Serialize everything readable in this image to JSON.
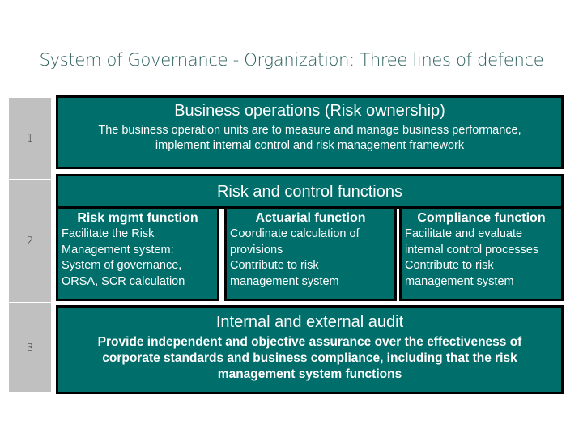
{
  "title": "System of Governance - Organization: Three lines of defence",
  "colors": {
    "box_fill": "#006e6a",
    "box_border": "#000000",
    "number_column": "#c0c0c0",
    "title_text": "#2b5f5c"
  },
  "lines": [
    {
      "number": "1",
      "heading": "Business operations (Risk ownership)",
      "description_lines": [
        "The business operation units are to measure and manage business performance,",
        "implement internal control and risk management framework"
      ]
    },
    {
      "number": "2",
      "heading": "Risk and control functions",
      "functions": [
        {
          "title": "Risk mgmt function",
          "lines": [
            "Facilitate the Risk",
            "Management system:",
            "System of governance,",
            "ORSA, SCR calculation"
          ]
        },
        {
          "title": "Actuarial function",
          "lines": [
            "Coordinate calculation of",
            "provisions",
            "Contribute to risk",
            "management system"
          ]
        },
        {
          "title": "Compliance function",
          "lines": [
            "Facilitate and evaluate",
            "internal control processes",
            "Contribute to risk",
            "management system"
          ]
        }
      ]
    },
    {
      "number": "3",
      "heading": "Internal and external audit",
      "description_lines": [
        "Provide independent and objective assurance over the effectiveness of",
        "corporate standards and business compliance, including that the risk",
        "management system functions"
      ]
    }
  ]
}
